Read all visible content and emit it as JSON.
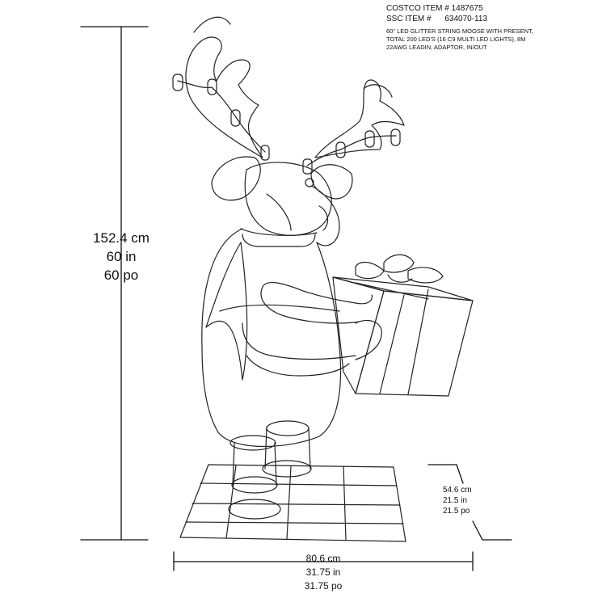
{
  "product": {
    "costco_item_label": "COSTCO ITEM",
    "costco_item_number": "# 1487675",
    "ssc_item_label": "SSC ITEM #",
    "ssc_item_number": "634070-113",
    "description_lines": [
      "60\" LED GLITTER STRING MOOSE WITH PRESENT,",
      "TOTAL 200 LED'S (16 C9 MULTI LED LIGHTS), 8M",
      "22AWG LEADIN, ADAPTOR, IN/OUT"
    ]
  },
  "dimensions": {
    "height": {
      "metric": "152.4 cm",
      "imperial": "60 in",
      "french": "60 po"
    },
    "width": {
      "metric": "80.6 cm",
      "imperial": "31.75 in",
      "french": "31.75 po"
    },
    "depth": {
      "metric": "54.6 cm",
      "imperial": "21.5 in",
      "french": "21.5 po"
    }
  },
  "colors": {
    "line": "#222222",
    "background": "#ffffff"
  }
}
